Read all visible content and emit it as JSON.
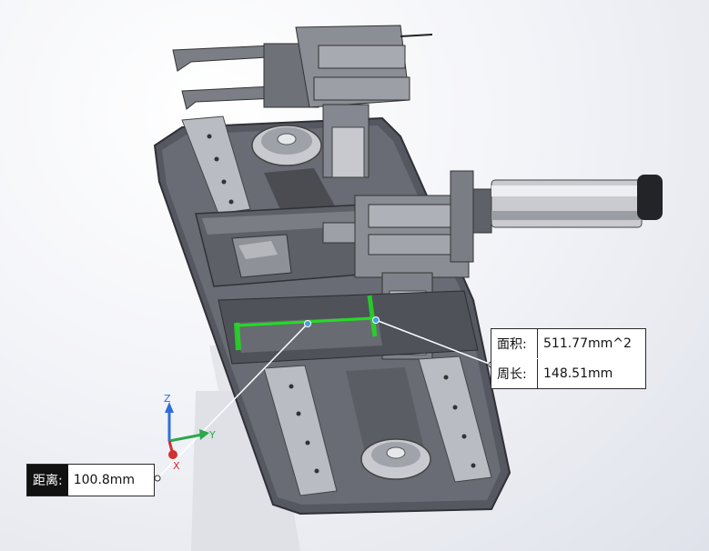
{
  "measurement": {
    "area_label": "面积:",
    "area_value": "511.77mm^2",
    "perimeter_label": "周长:",
    "perimeter_value": "148.51mm",
    "distance_label": "距离:",
    "distance_value": "100.8mm"
  },
  "triad": {
    "x": "X",
    "y": "Y",
    "z": "Z"
  },
  "colors": {
    "highlight": "#22dd22",
    "part_dark": "#5a5c62",
    "part_light": "#9a9ca2",
    "background": "#eef0f4"
  }
}
